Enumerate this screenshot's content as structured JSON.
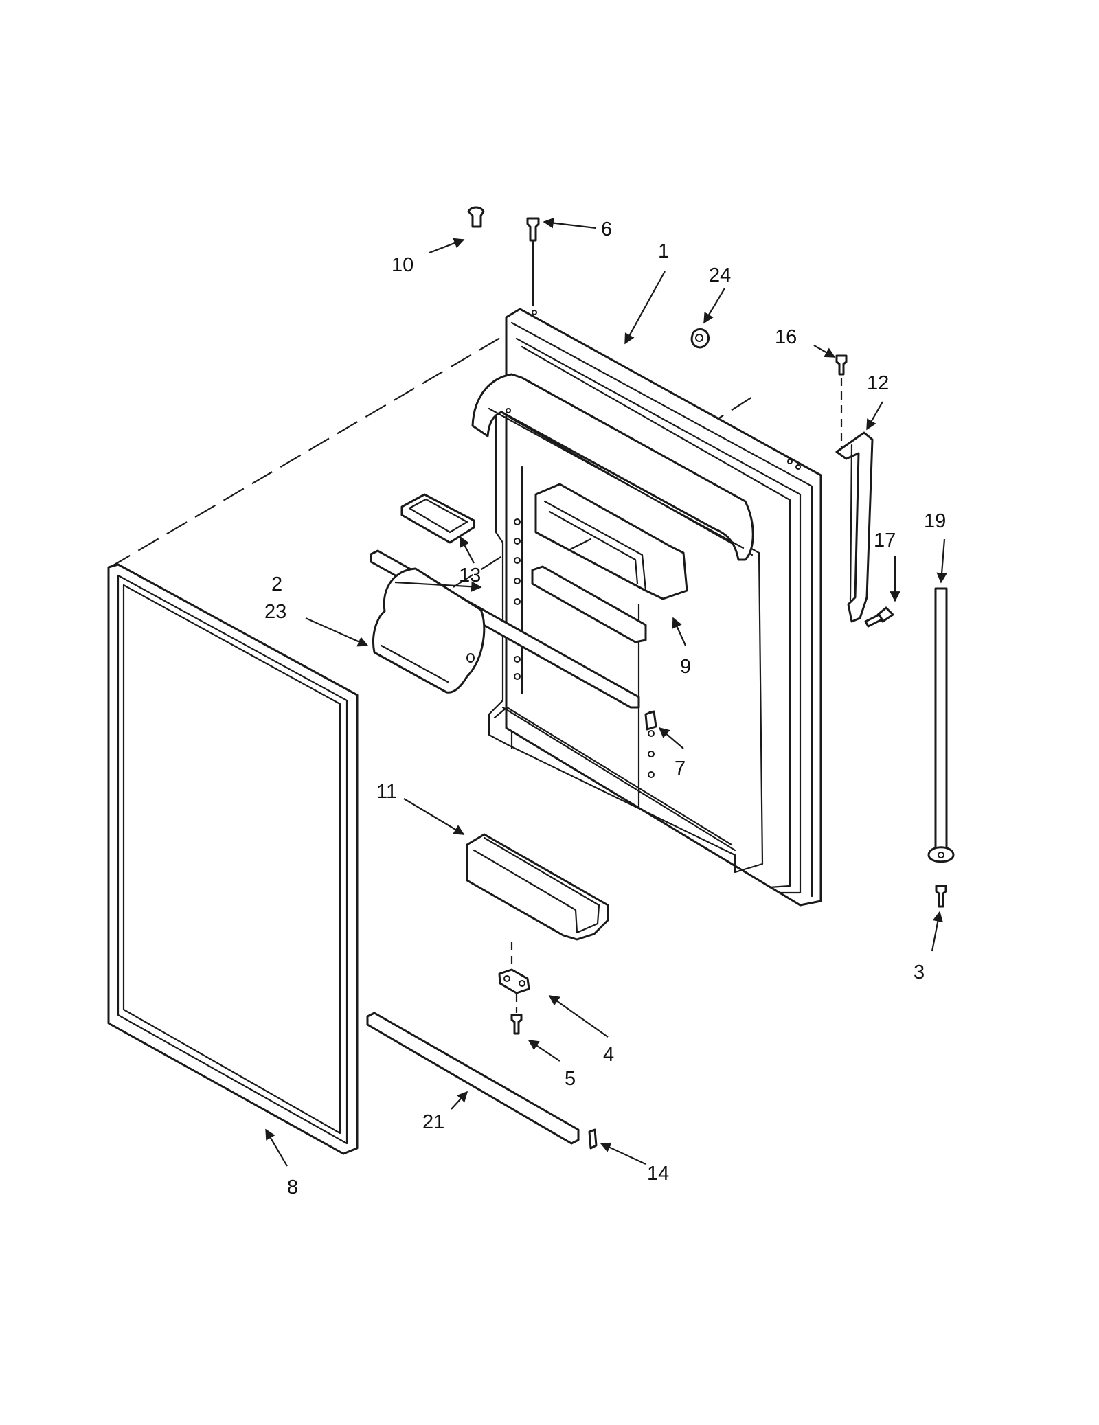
{
  "diagram": {
    "callouts": {
      "c1": "1",
      "c2": "2",
      "c3": "3",
      "c4": "4",
      "c5": "5",
      "c6": "6",
      "c7": "7",
      "c8": "8",
      "c9": "9",
      "c10": "10",
      "c11": "11",
      "c12": "12",
      "c13": "13",
      "c14": "14",
      "c16": "16",
      "c17": "17",
      "c19": "19",
      "c21": "21",
      "c23": "23",
      "c24": "24"
    }
  }
}
